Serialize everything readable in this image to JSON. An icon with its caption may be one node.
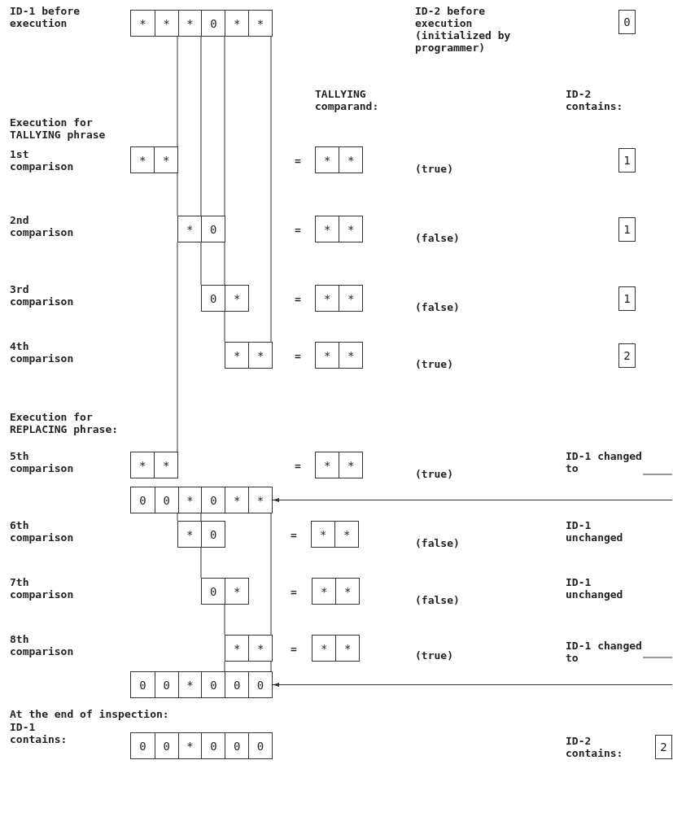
{
  "diagram": {
    "nodes": [
      {
        "text": [
          "*",
          "*",
          "*",
          "0",
          "*",
          "*"
        ]
      },
      {
        "text": [
          "0"
        ]
      },
      {
        "text": [
          "*",
          "*"
        ]
      },
      {
        "text": [
          "*",
          "*"
        ]
      },
      {
        "text": [
          "1"
        ]
      },
      {
        "text": [
          "*",
          "0"
        ]
      },
      {
        "text": [
          "*",
          "*"
        ]
      },
      {
        "text": [
          "1"
        ]
      },
      {
        "text": [
          "0",
          "*"
        ]
      },
      {
        "text": [
          "*",
          "*"
        ]
      },
      {
        "text": [
          "1"
        ]
      },
      {
        "text": [
          "*",
          "*"
        ]
      },
      {
        "text": [
          "*",
          "*"
        ]
      },
      {
        "text": [
          "2"
        ]
      },
      {
        "text": [
          "*",
          "*"
        ]
      },
      {
        "text": [
          "*",
          "*"
        ]
      },
      {
        "text": [
          "0",
          "0",
          "*",
          "0",
          "*",
          "*"
        ]
      },
      {
        "text": [
          "*",
          "0"
        ]
      },
      {
        "text": [
          "*",
          "*"
        ]
      },
      {
        "text": [
          "0",
          "*"
        ]
      },
      {
        "text": [
          "*",
          "*"
        ]
      },
      {
        "text": [
          "*",
          "*"
        ]
      },
      {
        "text": [
          "*",
          "*"
        ]
      },
      {
        "text": [
          "0",
          "0",
          "*",
          "0",
          "0",
          "0"
        ]
      },
      {
        "text": [
          "0",
          "0",
          "*",
          "0",
          "0",
          "0"
        ]
      },
      {
        "text": [
          "2"
        ]
      }
    ],
    "edges": [
      {
        "from": null,
        "to": 16,
        "arrow": "to"
      },
      {
        "from": null,
        "to": 23,
        "arrow": "to"
      },
      {
        "from": 0,
        "to": 2,
        "arrow": "none"
      },
      {
        "from": 2,
        "to": 5,
        "arrow": "none"
      },
      {
        "from": 5,
        "to": 14,
        "arrow": "none"
      },
      {
        "from": 0,
        "to": 5,
        "arrow": "none"
      },
      {
        "from": 5,
        "to": 8,
        "arrow": "none"
      },
      {
        "from": 0,
        "to": 5,
        "arrow": "none"
      },
      {
        "from": 5,
        "to": 8,
        "arrow": "none"
      },
      {
        "from": 8,
        "to": 11,
        "arrow": "none"
      },
      {
        "from": 0,
        "to": 11,
        "arrow": "none"
      },
      {
        "from": 16,
        "to": 17,
        "arrow": "none"
      },
      {
        "from": 16,
        "to": 17,
        "arrow": "none"
      },
      {
        "from": 17,
        "to": 19,
        "arrow": "none"
      },
      {
        "from": 19,
        "to": 21,
        "arrow": "none"
      },
      {
        "from": 21,
        "to": 23,
        "arrow": "none"
      },
      {
        "from": 16,
        "to": 21,
        "arrow": "none"
      },
      {
        "from": 21,
        "to": 23,
        "arrow": "none"
      }
    ],
    "labels": [
      "ID-1 before execution",
      "ID-2 before execution (initialized by programmer)",
      "TALLYING comparand:",
      "ID-2 contains:",
      "Execution for TALLYING phrase",
      "1st comparison",
      "=",
      "(true)",
      "2nd comparison",
      "=",
      "(false)",
      "3rd comparison",
      "=",
      "(false)",
      "4th comparison",
      "=",
      "(true)",
      "Execution for REPLACING phrase:",
      "5th comparison",
      "=",
      "(true)",
      "ID-1 changed to",
      "6th comparison",
      "=",
      "(false)",
      "ID-1 unchanged",
      "7th comparison",
      "=",
      "(false)",
      "ID-1 unchanged",
      "8th comparison",
      "=",
      "(true)",
      "ID-1 changed to",
      "At the end of inspection:",
      "ID-1 contains:",
      "ID-2 contains:"
    ]
  }
}
